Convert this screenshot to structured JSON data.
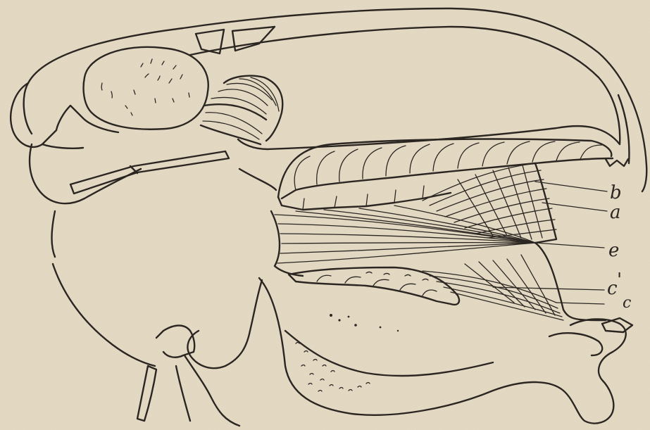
{
  "labels": {
    "b": "b",
    "a": "a",
    "e": "e",
    "c_prime": "c",
    "c_prime_mark": "'",
    "c": "c"
  },
  "colors": {
    "paper": "#e6dcc6",
    "ink": "#2b2622"
  }
}
